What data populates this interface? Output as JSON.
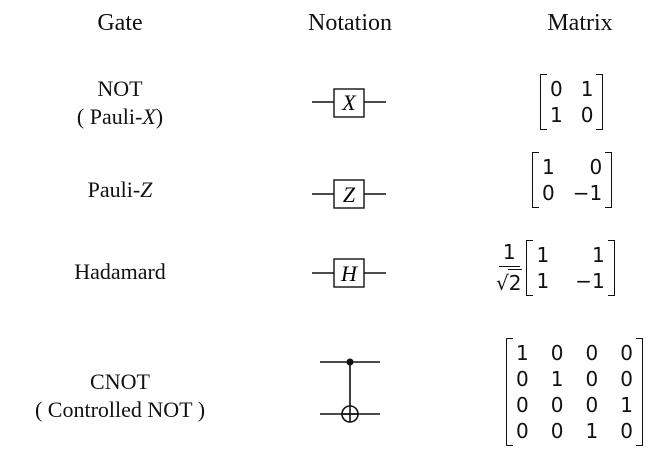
{
  "headers": {
    "gate": "Gate",
    "notation": "Notation",
    "matrix": "Matrix"
  },
  "rows": [
    {
      "name_line1": "NOT",
      "name_line2_prefix": "( Pauli-",
      "name_line2_var": "X",
      "name_line2_suffix": ")",
      "symbol": "X",
      "matrix": [
        [
          "0",
          "1"
        ],
        [
          "1",
          "0"
        ]
      ]
    },
    {
      "name_prefix": "Pauli-",
      "name_var": "Z",
      "symbol": "Z",
      "matrix": [
        [
          "1",
          "0"
        ],
        [
          "0",
          "−1"
        ]
      ]
    },
    {
      "name": "Hadamard",
      "symbol": "H",
      "prefactor_num": "1",
      "prefactor_root_sym": "√",
      "prefactor_root_val": "2",
      "matrix": [
        [
          "1",
          "1"
        ],
        [
          "1",
          "−1"
        ]
      ]
    },
    {
      "name_line1": "CNOT",
      "name_line2": "( Controlled NOT )",
      "matrix": [
        [
          "1",
          "0",
          "0",
          "0"
        ],
        [
          "0",
          "1",
          "0",
          "0"
        ],
        [
          "0",
          "0",
          "0",
          "1"
        ],
        [
          "0",
          "0",
          "1",
          "0"
        ]
      ]
    }
  ]
}
